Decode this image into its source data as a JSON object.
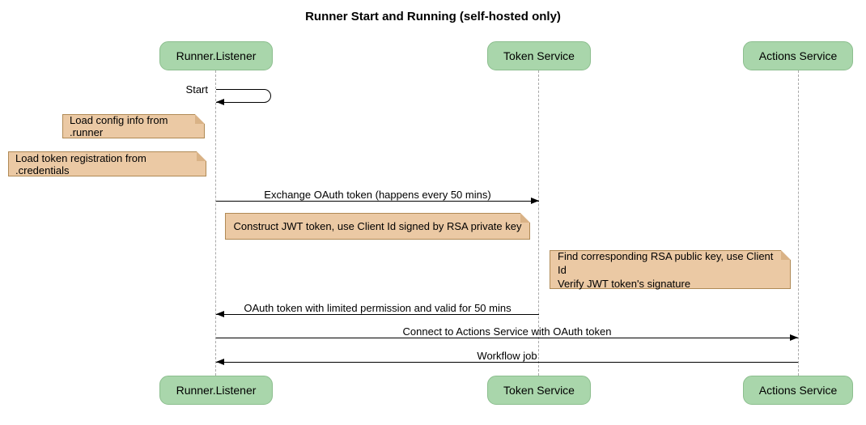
{
  "title": "Runner Start and Running (self-hosted only)",
  "participants": [
    {
      "name": "Runner.Listener"
    },
    {
      "name": "Token Service"
    },
    {
      "name": "Actions Service"
    }
  ],
  "messages": {
    "start": {
      "label": "Start",
      "from": "Runner.Listener",
      "to": "Runner.Listener"
    },
    "exchange": {
      "label": "Exchange OAuth token (happens every 50 mins)",
      "from": "Runner.Listener",
      "to": "Token Service"
    },
    "oauth_return": {
      "label": "OAuth token with limited permission and valid for 50 mins",
      "from": "Token Service",
      "to": "Runner.Listener"
    },
    "connect": {
      "label": "Connect to Actions Service with OAuth token",
      "from": "Runner.Listener",
      "to": "Actions Service"
    },
    "workflow": {
      "label": "Workflow job",
      "from": "Actions Service",
      "to": "Runner.Listener"
    }
  },
  "notes": {
    "load_config": {
      "text": "Load config info from .runner"
    },
    "load_token": {
      "text": "Load token registration from .credentials"
    },
    "construct_jwt": {
      "text": "Construct JWT token, use Client Id signed by RSA private key"
    },
    "verify_jwt": {
      "line1": "Find corresponding RSA public key, use Client Id",
      "line2": "Verify JWT token's signature"
    }
  },
  "colors": {
    "participant_fill": "#a9d6ab",
    "participant_border": "#8cbe8e",
    "note_fill": "#ebc9a4",
    "note_border": "#b08a55",
    "note_fold": "#d9b286",
    "lifeline": "#a9a9a9",
    "arrow": "#000000",
    "bg": "#ffffff"
  }
}
